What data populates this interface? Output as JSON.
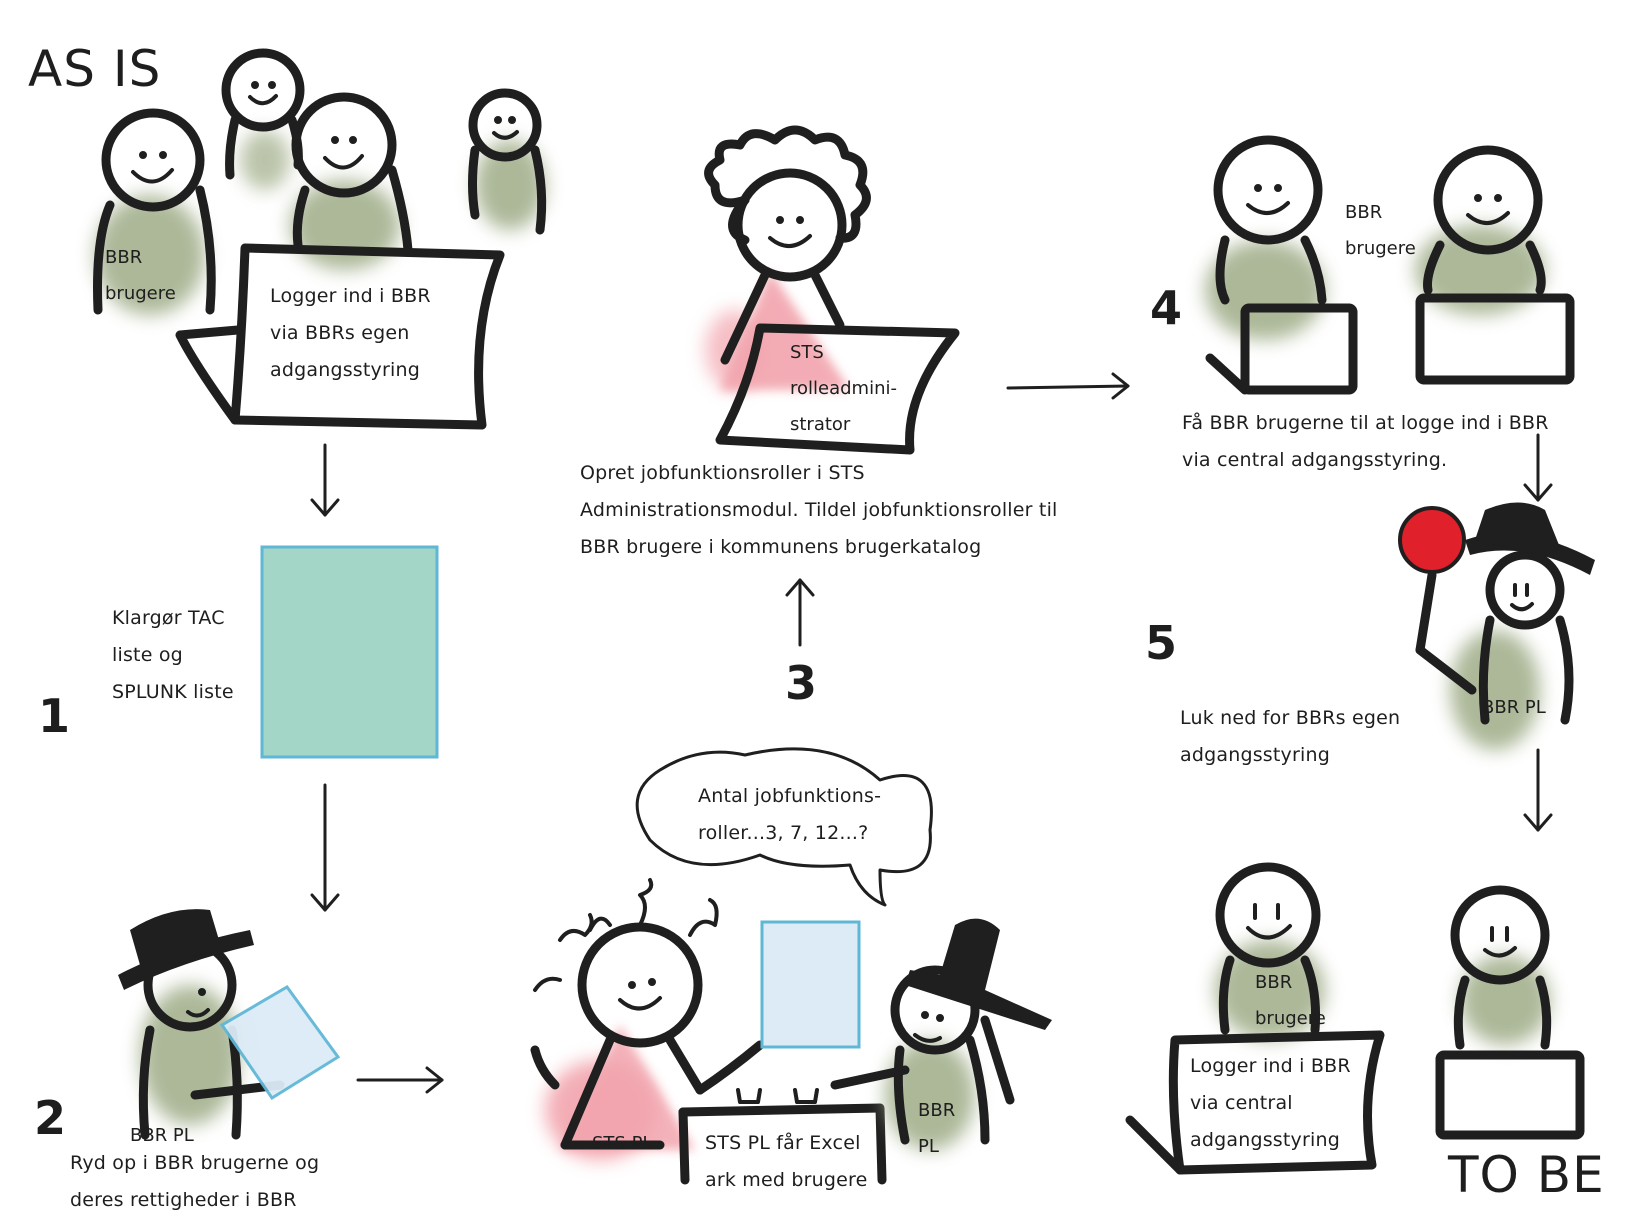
{
  "titles": {
    "as_is": "AS IS",
    "to_be": "TO BE"
  },
  "steps": {
    "s1": "1",
    "s2": "2",
    "s3": "3",
    "s4": "4",
    "s5": "5"
  },
  "texts": {
    "asis_users_label": "BBR\nbrugere",
    "asis_login": "Logger ind i BBR\nvia BBRs egen\nadgangsstyring",
    "step1_text": "Klargør TAC\nliste og\nSPLUNK liste",
    "step2_label": "BBR PL",
    "step2_text": "Ryd op i BBR brugerne og\nderes rettigheder i BBR",
    "sts_admin_label": "STS\nrolleadmini-\nstrator",
    "step3_text": "Opret jobfunktionsroller  i STS\nAdministrationsmodul. Tildel jobfunktionsroller til\nBBR brugere i kommunens brugerkatalog",
    "speech_bubble": "Antal jobfunktions-\nroller...3, 7, 12...?",
    "sts_pl_label": "STS PL",
    "excel_text": "STS PL får Excel\nark med brugere",
    "bbr_pl_meeting": "BBR\nPL",
    "step4_users_label": "BBR\nbrugere",
    "step4_text": "Få BBR brugerne til at logge ind i BBR\nvia central adgangsstyring.",
    "step5_text": "Luk ned for BBRs egen\nadgangsstyring",
    "step5_label": "BBR PL",
    "tobe_users_label": "BBR\nbrugere",
    "tobe_login": "Logger ind i BBR\nvia central\nadgangsstyring"
  },
  "colors": {
    "ink": "#1f1f1f",
    "green_body": "#9fac87",
    "pink_body": "#f2a4ad",
    "teal_doc": "#a3d6c6",
    "light_blue_doc": "#dcebf6",
    "doc_border": "#5fb7d6",
    "stop_sign": "#e0202a"
  }
}
